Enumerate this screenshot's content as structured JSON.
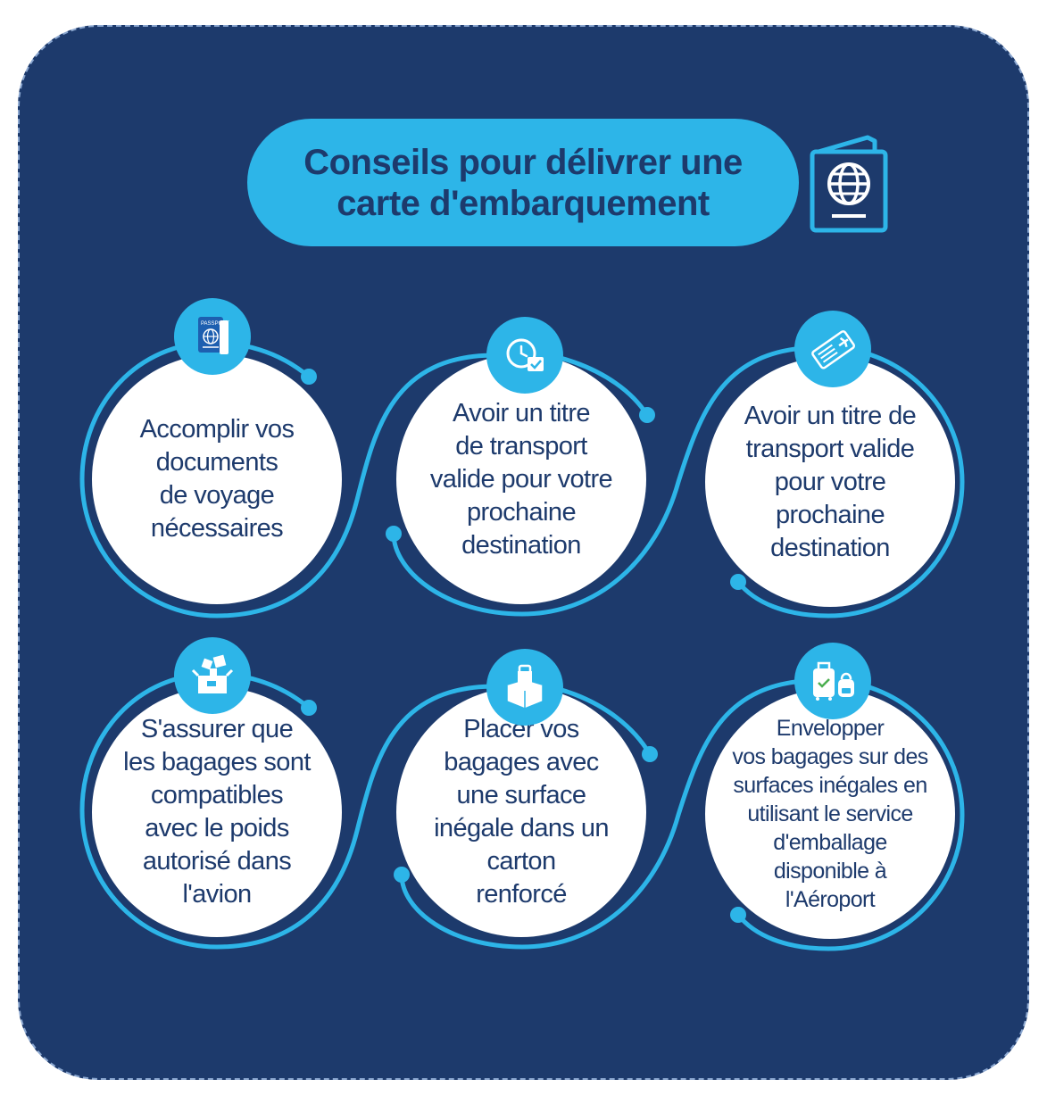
{
  "title": {
    "line1": "Conseils pour délivrer une",
    "line2": "carte d'embarquement",
    "icon": "passport-icon"
  },
  "colors": {
    "background": "#1d3a6c",
    "accent": "#2db5e8",
    "circle": "#ffffff",
    "text": "#1d3a6c"
  },
  "tips": [
    {
      "text": "Accomplir vos\ndocuments\nde voyage\nnécessaires",
      "icon": "passport-icon"
    },
    {
      "text": "Avoir un titre\nde transport\nvalide pour votre\nprochaine\ndestination",
      "icon": "clock-check-icon"
    },
    {
      "text": "Avoir un titre de\ntransport valide\npour votre\nprochaine\ndestination",
      "icon": "boarding-pass-icon"
    },
    {
      "text": "S'assurer que\nles bagages sont\ncompatibles\navec le poids\nautorisé dans\nl'avion",
      "icon": "box-items-icon"
    },
    {
      "text": "Placer vos\nbagages avec\nune surface\ninégale dans un\ncarton\nrenforcé",
      "icon": "open-box-icon"
    },
    {
      "text": "Envelopper\nvos bagages sur des\nsurfaces inégales en\nutilisant le service\nd'emballage\ndisponible à\nl'Aéroport",
      "icon": "luggage-icon"
    }
  ]
}
